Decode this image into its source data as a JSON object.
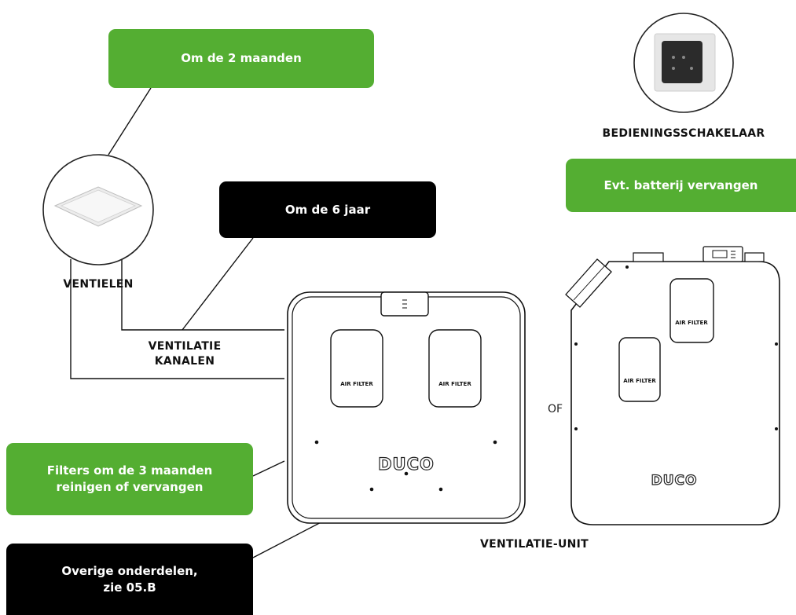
{
  "callouts": {
    "ventielen_interval": "Om de 2 maanden",
    "kanalen_interval": "Om de 6 jaar",
    "batterij": "Evt. batterij vervangen",
    "filters_line1": "Filters om de 3 maanden",
    "filters_line2": "reinigen of vervangen",
    "overige_line1": "Overige onderdelen,",
    "overige_line2": "zie 05.B"
  },
  "labels": {
    "ventielen": "VENTIELEN",
    "kanalen_line1": "VENTILATIE",
    "kanalen_line2": "KANALEN",
    "schakelaar": "BEDIENINGSSCHAKELAAR",
    "unit": "VENTILATIE-UNIT",
    "or": "OF"
  },
  "unit_text": {
    "filter": "AIR FILTER",
    "brand": "DUCO"
  },
  "colors": {
    "green": "#54ae32",
    "black": "#000000"
  }
}
